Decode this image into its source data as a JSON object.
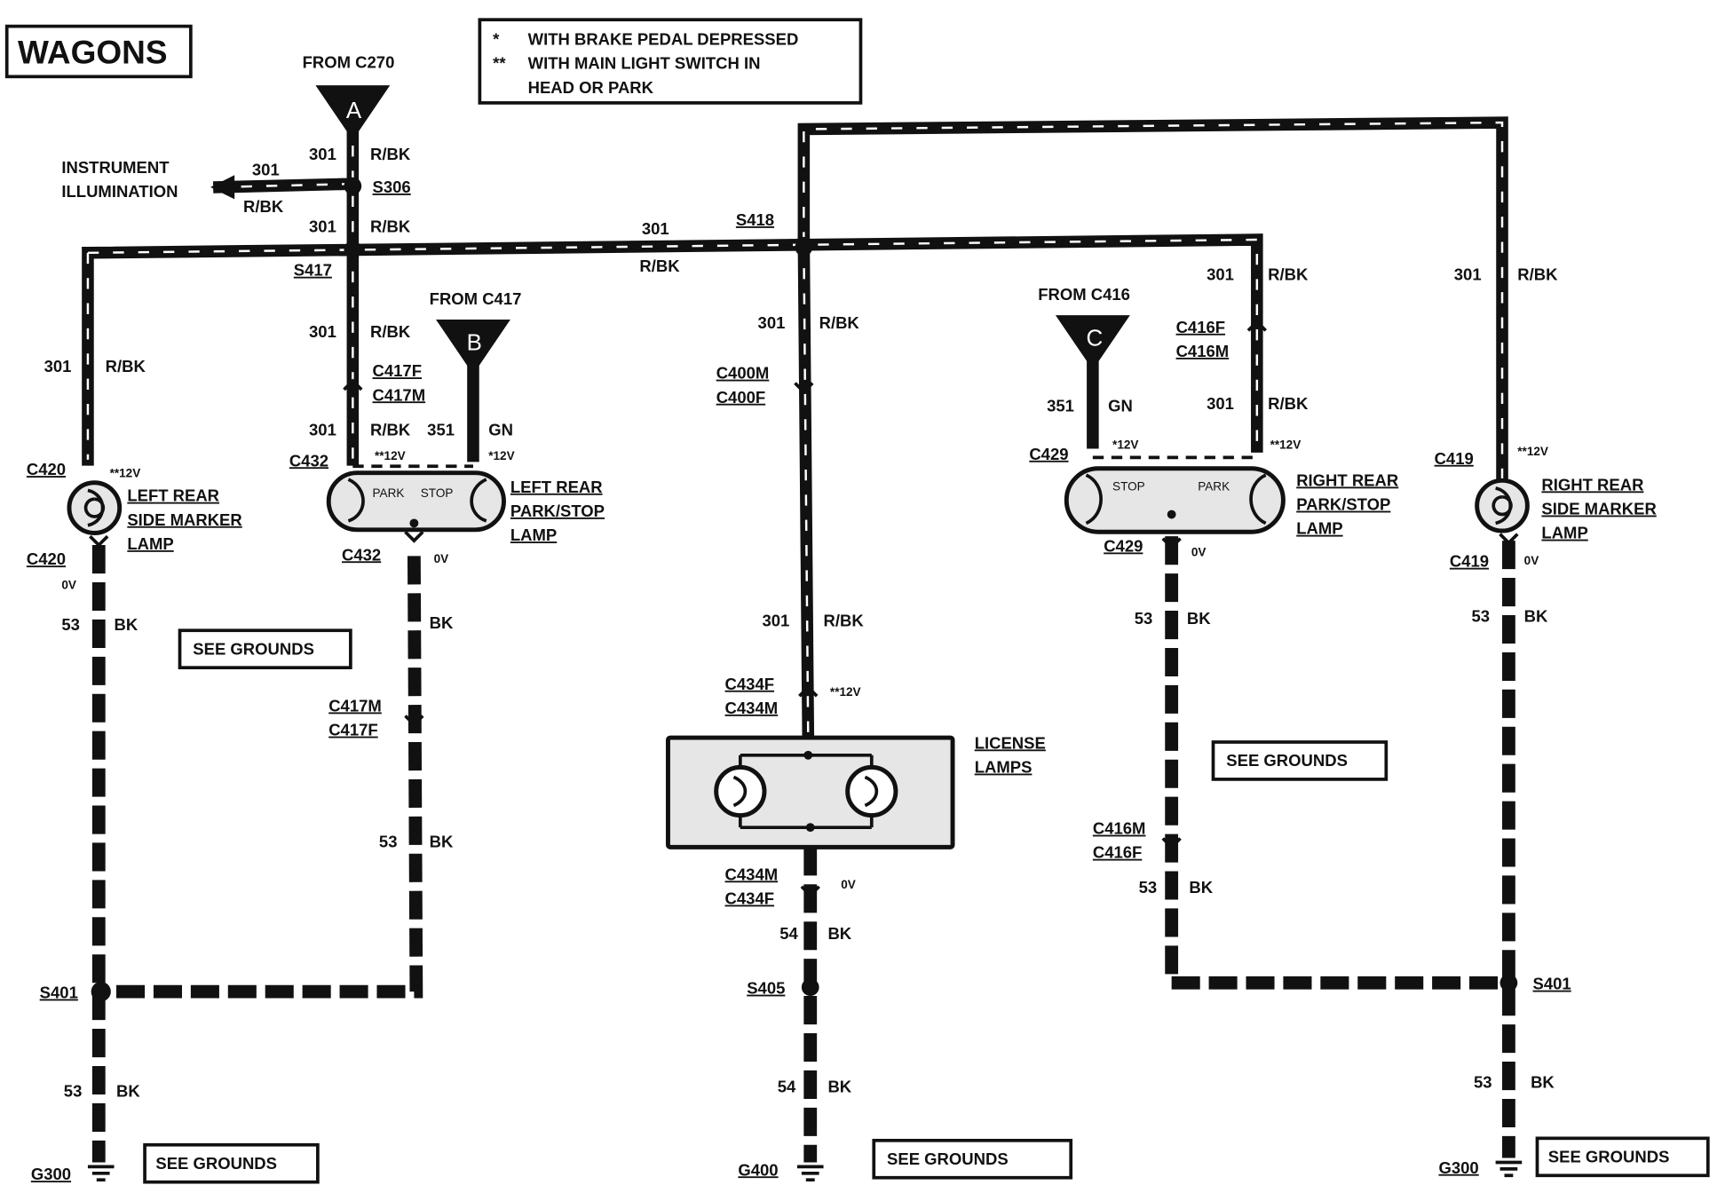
{
  "title": "WAGONS",
  "legend": {
    "line1": "WITH BRAKE PEDAL DEPRESSED",
    "line2": "WITH MAIN LIGHT SWITCH IN",
    "line3": "HEAD OR PARK",
    "mark1": "*",
    "mark2": "**"
  },
  "sources": {
    "a_from": "FROM C270",
    "a_letter": "A",
    "b_from": "FROM C417",
    "b_letter": "B",
    "c_from": "FROM C416",
    "c_letter": "C"
  },
  "instrument": {
    "line1": "INSTRUMENT",
    "line2": "ILLUMINATION"
  },
  "circuits": {
    "c301": "301",
    "rbk": "R/BK",
    "c351": "351",
    "gn": "GN",
    "c53": "53",
    "c54": "54",
    "bk": "BK"
  },
  "splices": {
    "s306": "S306",
    "s417": "S417",
    "s418": "S418",
    "s401_left": "S401",
    "s401_right": "S401",
    "s405": "S405"
  },
  "connectors": {
    "c417f": "C417F",
    "c417m": "C417M",
    "c417m_b": "C417M",
    "c417f_b": "C417F",
    "c416f": "C416F",
    "c416m": "C416M",
    "c416m_b": "C416M",
    "c416f_b": "C416F",
    "c400m": "C400M",
    "c400f": "C400F",
    "c434f": "C434F",
    "c434m": "C434M",
    "c434m_b": "C434M",
    "c434f_b": "C434F",
    "c420_top": "C420",
    "c420_bot": "C420",
    "c432_top": "C432",
    "c432_bot": "C432",
    "c429_top": "C429",
    "c429_bot": "C429",
    "c419_top": "C419",
    "c419_bot": "C419"
  },
  "voltages": {
    "v12_dbl": "**12V",
    "v12_single": "*12V",
    "v0": "0V"
  },
  "lamps": {
    "left_marker": [
      "LEFT REAR",
      "SIDE MARKER",
      "LAMP"
    ],
    "left_parkstop": [
      "LEFT REAR",
      "PARK/STOP",
      "LAMP"
    ],
    "right_parkstop": [
      "RIGHT REAR",
      "PARK/STOP",
      "LAMP"
    ],
    "right_marker": [
      "RIGHT REAR",
      "SIDE MARKER",
      "LAMP"
    ],
    "license": [
      "LICENSE",
      "LAMPS"
    ],
    "park": "PARK",
    "stop": "STOP"
  },
  "grounds": {
    "g300_left": "G300",
    "g400": "G400",
    "g300_right": "G300",
    "see_grounds": "SEE GROUNDS"
  },
  "colors": {
    "wire": "#111111",
    "lamp_fill": "#e6e6e6",
    "background": "#ffffff"
  }
}
